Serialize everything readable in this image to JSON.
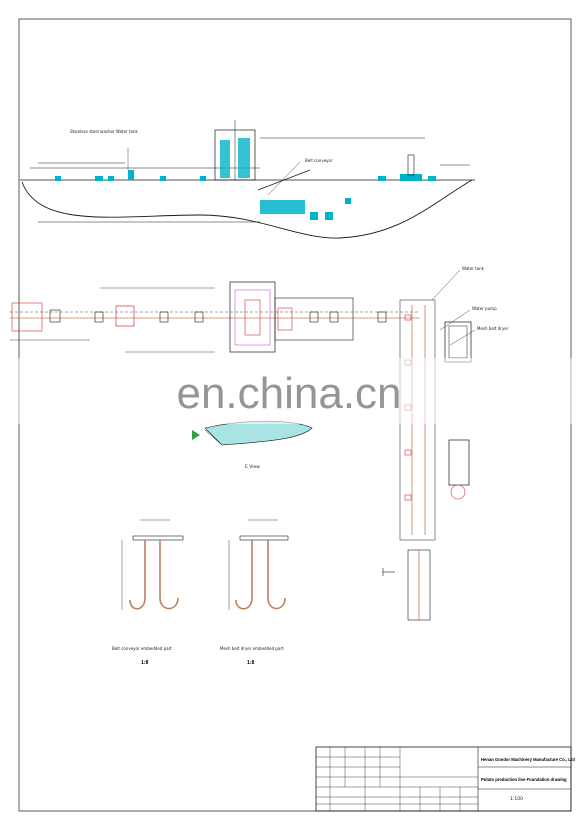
{
  "watermark": {
    "text": "en.china.cn"
  },
  "drawing": {
    "view_labels": {
      "section_view": "E  View",
      "belt_part_caption": "Belt conveyor embedded part",
      "belt_part_scale": "1:8",
      "dryer_part_caption": "Mesh belt dryer embedded part",
      "dryer_part_scale": "1:8"
    },
    "callouts": {
      "elevation_note_top": "Stainless steel washer  Water tank",
      "elevation_note_mid": "Belt conveyor",
      "plan_note_1": "Water tank",
      "plan_note_2": "Water pump",
      "plan_note_3": "Mesh belt dryer"
    },
    "title_block": {
      "company": "Henan Gondor Machinery Manufacture Co., Ltd",
      "drawing_title": "Potato production line Foundation drawing",
      "scale": "1:100"
    }
  },
  "colors": {
    "line": "#1a1a1a",
    "equipment": "#00b4c8",
    "rebar": "#c08060",
    "red": "#d83030",
    "magenta": "#c060c0",
    "water": "#a8e4e4",
    "green": "#30a040"
  }
}
